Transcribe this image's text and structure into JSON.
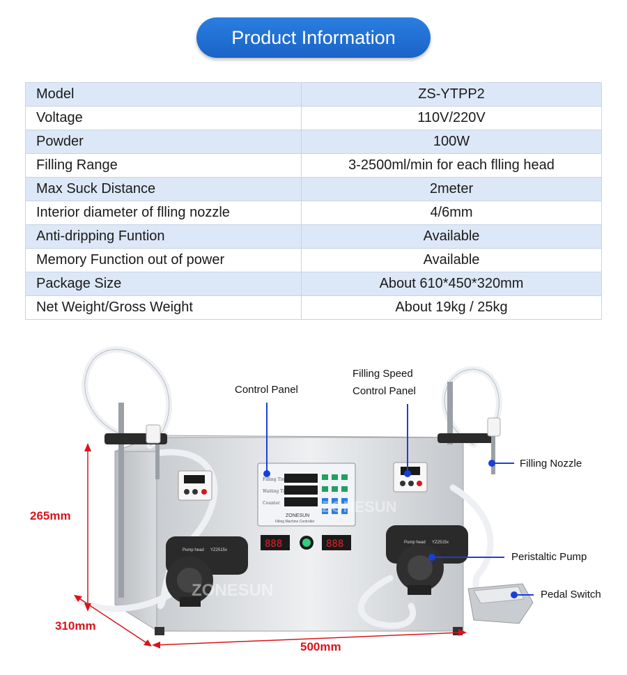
{
  "header": {
    "title": "Product Information"
  },
  "spec_table": {
    "rows": [
      {
        "key": "Model",
        "value": "ZS-YTPP2"
      },
      {
        "key": "Voltage",
        "value": "110V/220V"
      },
      {
        "key": "Powder",
        "value": "100W"
      },
      {
        "key": "Filling Range",
        "value": "3-2500ml/min for each flling head"
      },
      {
        "key": "Max Suck Distance",
        "value": "2meter"
      },
      {
        "key": "Interior diameter of flling nozzle",
        "value": "4/6mm"
      },
      {
        "key": "Anti-dripping Funtion",
        "value": "Available"
      },
      {
        "key": "Memory Function out of power",
        "value": "Available"
      },
      {
        "key": "Package Size",
        "value": "About 610*450*320mm"
      },
      {
        "key": "Net Weight/Gross Weight",
        "value": "About 19kg / 25kg"
      }
    ]
  },
  "diagram": {
    "labels": {
      "control_panel": "Control Panel",
      "filling_speed_line1": "Filling Speed",
      "filling_speed_line2": "Control Panel",
      "filling_nozzle": "Filling Nozzle",
      "peristaltic_pump": "Peristaltic Pump",
      "pedal_switch": "Pedal Switch"
    },
    "dimensions": {
      "height": "265mm",
      "depth": "310mm",
      "width": "500mm"
    },
    "machine_text": {
      "brand": "ZONESUN",
      "controller_subtitle": "Filling Machine Controller",
      "filling_time": "Filling Time",
      "waiting_time": "Waiting Time",
      "counter": "Counter",
      "pump_head": "Pump head",
      "pump_model": "YZ2515x",
      "display": "888"
    },
    "colors": {
      "accent_blue": "#1a63c7",
      "pointer_blue": "#1b3fd6",
      "dimension_red": "#d9141c",
      "steel": "#d7d9dc"
    }
  }
}
